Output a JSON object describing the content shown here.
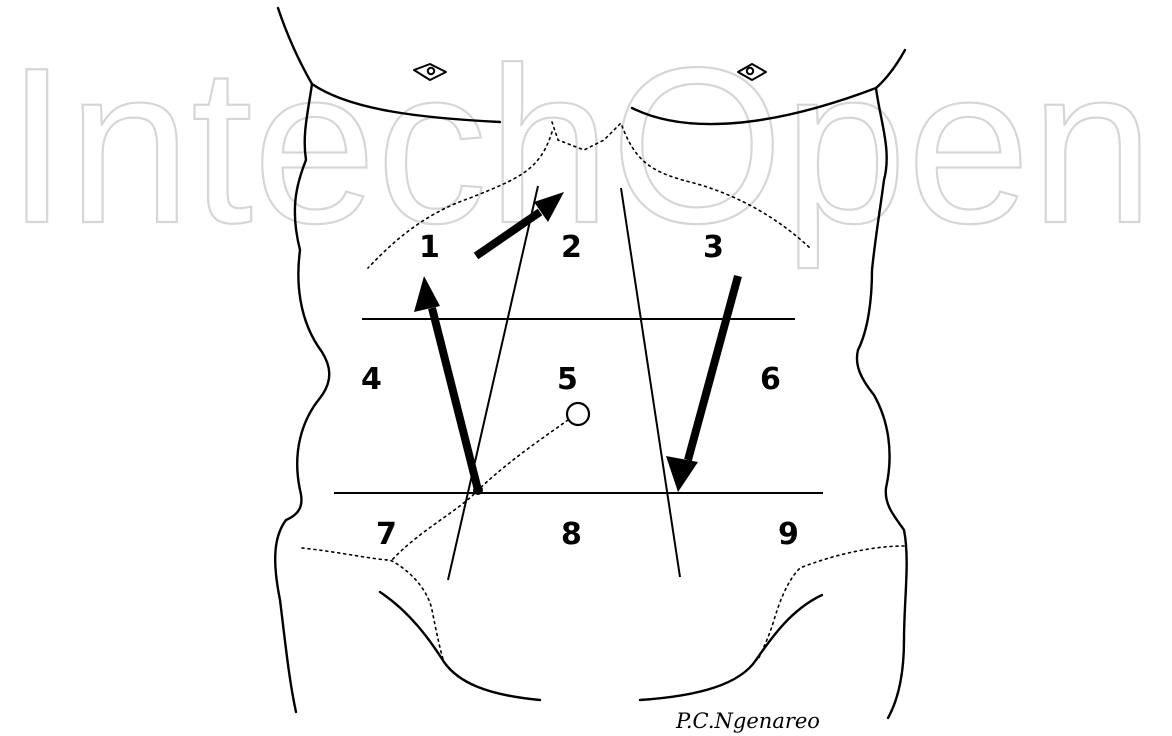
{
  "watermark": {
    "text": "IntechOpen"
  },
  "diagram": {
    "regions": [
      {
        "label": "1"
      },
      {
        "label": "2"
      },
      {
        "label": "3"
      },
      {
        "label": "4"
      },
      {
        "label": "5"
      },
      {
        "label": "6"
      },
      {
        "label": "7"
      },
      {
        "label": "8"
      },
      {
        "label": "9"
      }
    ],
    "signature": "P.C.Ngenareo",
    "colors": {
      "ink": "#000000",
      "background": "#ffffff",
      "watermark": "#d6d6d6"
    }
  }
}
